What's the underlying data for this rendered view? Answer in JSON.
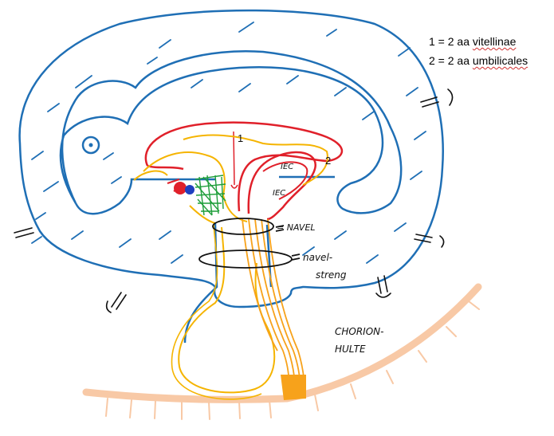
{
  "legend": {
    "line1_prefix": "1 = 2 aa ",
    "line1_term": "vitellinae",
    "line2_prefix": "2 = 2 aa ",
    "line2_term": "umbilicales"
  },
  "labels": {
    "marker_1": "1",
    "marker_2": "2",
    "navel": "= NAVEL",
    "navel_streng_1": "navel-",
    "navel_streng_2": "streng",
    "chorion_1": "CHORION-",
    "chorion_2": "HULTE",
    "iec_upper": "IEC",
    "iec_lower": "IEC"
  },
  "colors": {
    "amnion_blue": "#1f6fb5",
    "vessel_red": "#e0202a",
    "yolk_yellow": "#f5b400",
    "stalk_orange": "#f7a21b",
    "chorion_peach": "#f8c9a6",
    "mesh_green": "#1e9e3a"
  }
}
